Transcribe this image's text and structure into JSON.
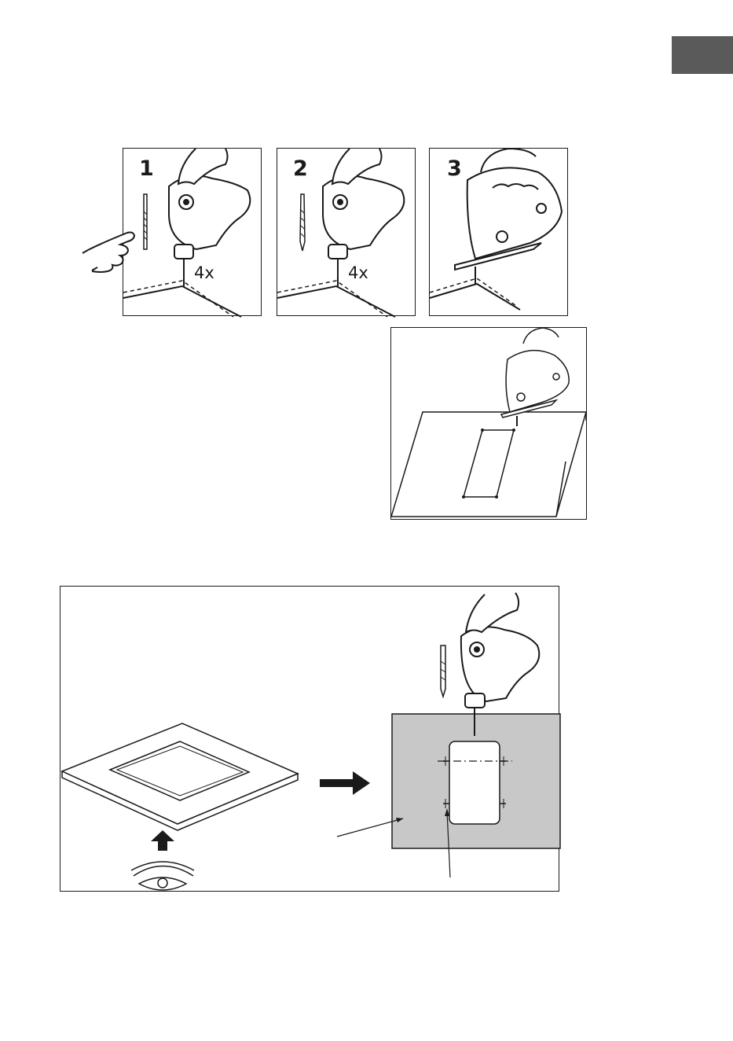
{
  "steps": [
    {
      "number": "1",
      "count": "4x"
    },
    {
      "number": "2",
      "count": "4x"
    },
    {
      "number": "3"
    }
  ],
  "colors": {
    "tab": "#5a5a5a",
    "line": "#1a1a1a",
    "plate": "#c8c8c8"
  }
}
